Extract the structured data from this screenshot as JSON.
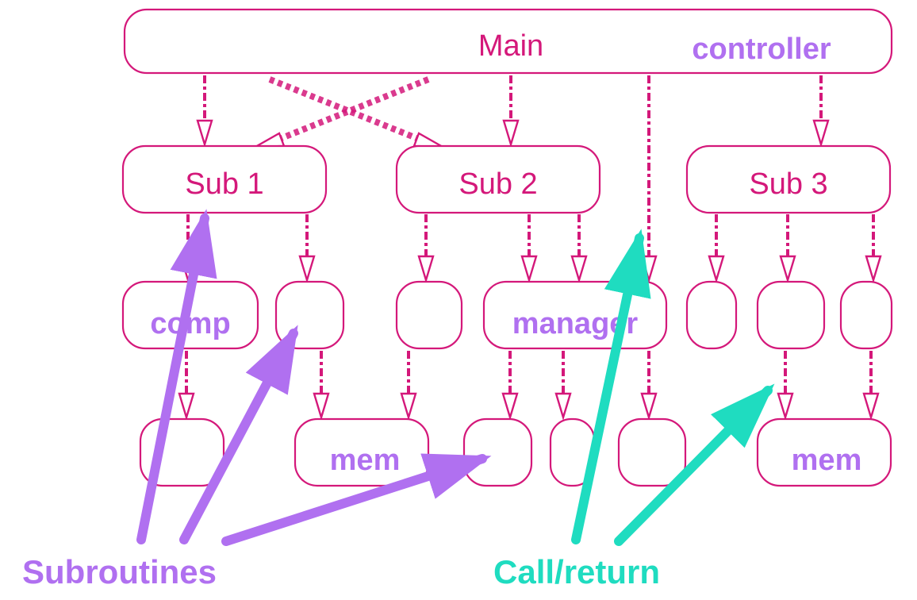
{
  "colors": {
    "box_stroke": "#d4187a",
    "label_purple": "#b070f0",
    "label_teal": "#1fdcc0"
  },
  "main": {
    "title": "Main",
    "tag": "controller"
  },
  "subs": [
    {
      "label": "Sub 1"
    },
    {
      "label": "Sub 2"
    },
    {
      "label": "Sub 3"
    }
  ],
  "level3": [
    {
      "label": "comp"
    },
    {
      "label": ""
    },
    {
      "label": ""
    },
    {
      "label": "manager"
    },
    {
      "label": ""
    },
    {
      "label": ""
    },
    {
      "label": ""
    }
  ],
  "level4": [
    {
      "label": ""
    },
    {
      "label": "mem"
    },
    {
      "label": ""
    },
    {
      "label": ""
    },
    {
      "label": ""
    },
    {
      "label": "mem"
    }
  ],
  "captions": {
    "subroutines": "Subroutines",
    "call_return": "Call/return"
  }
}
